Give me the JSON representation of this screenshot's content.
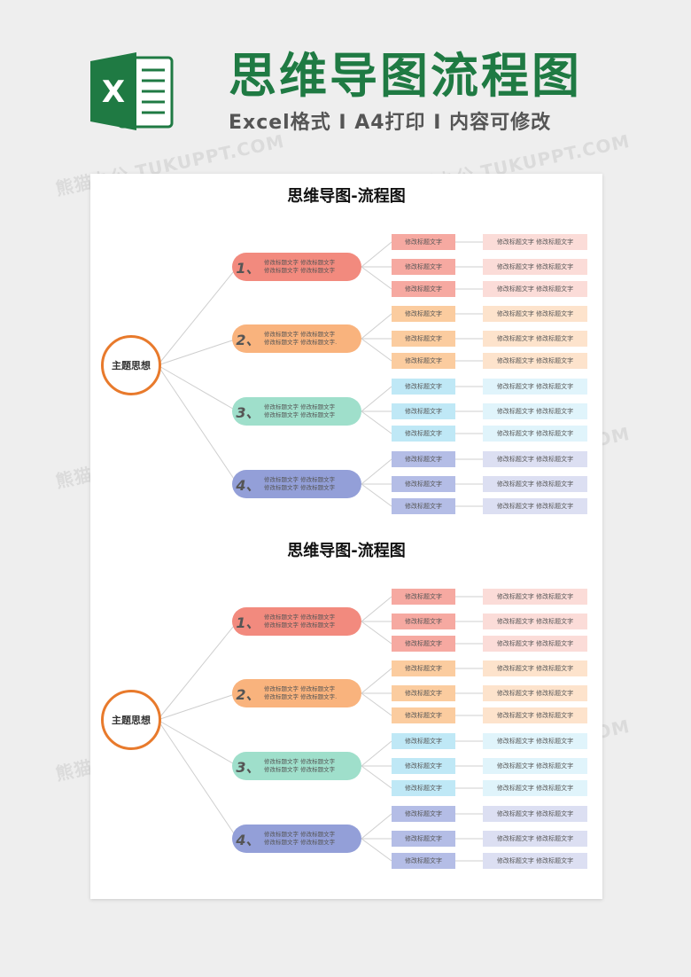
{
  "header": {
    "title": "思维导图流程图",
    "subtitle": "Excel格式 I A4打印 I 内容可修改",
    "logo_letter": "X"
  },
  "watermark_text": "熊猫办公 TUKUPPT.COM",
  "colors": {
    "brand_green": "#1f7a43",
    "center_border": "#e87a2c",
    "groups": [
      {
        "branch": "#f28a7e",
        "tag": "#f6a9a1",
        "leaf": "#fbdcd8"
      },
      {
        "branch": "#f9b37d",
        "tag": "#fbcc9f",
        "leaf": "#fde3cc"
      },
      {
        "branch": "#9fdfcb",
        "tag": "#bfe8f6",
        "leaf": "#e0f4fb"
      },
      {
        "branch": "#939fd8",
        "tag": "#b4bde6",
        "leaf": "#dcdff2"
      }
    ]
  },
  "sections": [
    {
      "title": "思维导图-流程图",
      "center": "主题思想",
      "groups": [
        {
          "num": "1、",
          "text1": "修改标题文字 修改标题文字",
          "text2": "修改标题文字 修改标题文字",
          "tags": [
            "修改标题文字",
            "修改标题文字",
            "修改标题文字"
          ],
          "leaves": [
            "修改标题文字 修改标题文字",
            "修改标题文字 修改标题文字",
            "修改标题文字 修改标题文字"
          ]
        },
        {
          "num": "2、",
          "text1": "修改标题文字 修改标题文字",
          "text2": "修改标题文字 修改标题文字.",
          "tags": [
            "修改标题文字",
            "修改标题文字",
            "修改标题文字"
          ],
          "leaves": [
            "修改标题文字 修改标题文字",
            "修改标题文字 修改标题文字",
            "修改标题文字 修改标题文字"
          ]
        },
        {
          "num": "3、",
          "text1": "修改标题文字 修改标题文字",
          "text2": "修改标题文字 修改标题文字",
          "tags": [
            "修改标题文字",
            "修改标题文字",
            "修改标题文字"
          ],
          "leaves": [
            "修改标题文字 修改标题文字",
            "修改标题文字 修改标题文字",
            "修改标题文字 修改标题文字"
          ]
        },
        {
          "num": "4、",
          "text1": "修改标题文字 修改标题文字",
          "text2": "修改标题文字 修改标题文字",
          "tags": [
            "修改标题文字",
            "修改标题文字",
            "修改标题文字"
          ],
          "leaves": [
            "修改标题文字 修改标题文字",
            "修改标题文字 修改标题文字",
            "修改标题文字 修改标题文字"
          ]
        }
      ]
    },
    {
      "title": "思维导图-流程图",
      "center": "主题思想",
      "groups": [
        {
          "num": "1、",
          "text1": "修改标题文字 修改标题文字",
          "text2": "修改标题文字 修改标题文字",
          "tags": [
            "修改标题文字",
            "修改标题文字",
            "修改标题文字"
          ],
          "leaves": [
            "修改标题文字 修改标题文字",
            "修改标题文字 修改标题文字",
            "修改标题文字 修改标题文字"
          ]
        },
        {
          "num": "2、",
          "text1": "修改标题文字 修改标题文字",
          "text2": "修改标题文字 修改标题文字.",
          "tags": [
            "修改标题文字",
            "修改标题文字",
            "修改标题文字"
          ],
          "leaves": [
            "修改标题文字 修改标题文字",
            "修改标题文字 修改标题文字",
            "修改标题文字 修改标题文字"
          ]
        },
        {
          "num": "3、",
          "text1": "修改标题文字 修改标题文字",
          "text2": "修改标题文字 修改标题文字",
          "tags": [
            "修改标题文字",
            "修改标题文字",
            "修改标题文字"
          ],
          "leaves": [
            "修改标题文字 修改标题文字",
            "修改标题文字 修改标题文字",
            "修改标题文字 修改标题文字"
          ]
        },
        {
          "num": "4、",
          "text1": "修改标题文字 修改标题文字",
          "text2": "修改标题文字 修改标题文字",
          "tags": [
            "修改标题文字",
            "修改标题文字",
            "修改标题文字"
          ],
          "leaves": [
            "修改标题文字 修改标题文字",
            "修改标题文字 修改标题文字",
            "修改标题文字 修改标题文字"
          ]
        }
      ]
    }
  ]
}
